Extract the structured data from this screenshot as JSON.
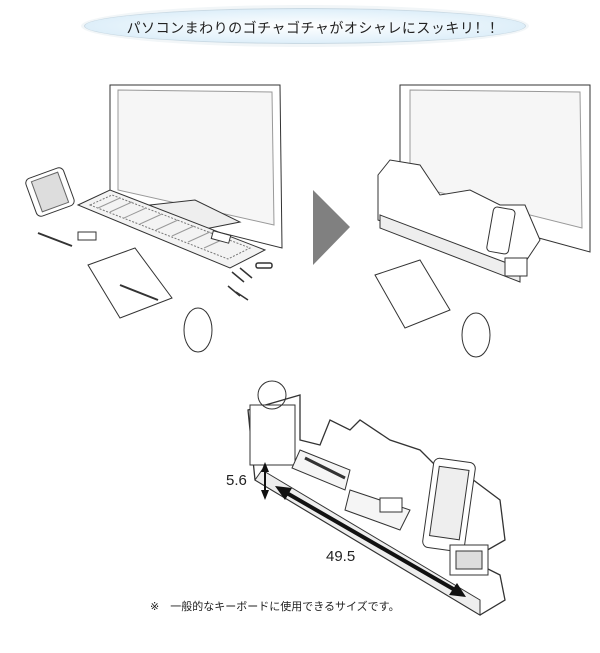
{
  "banner": {
    "text": "パソコンまわりのゴチャゴチャがオシャレにスッキリ！！"
  },
  "dimensions": {
    "height": "5.6",
    "width": "49.5"
  },
  "note": {
    "text": "※　一般的なキーボードに使用できるサイズです。"
  },
  "colors": {
    "arrow": "#808080",
    "banner_fill": "#d8ebf7",
    "line": "#333333"
  }
}
